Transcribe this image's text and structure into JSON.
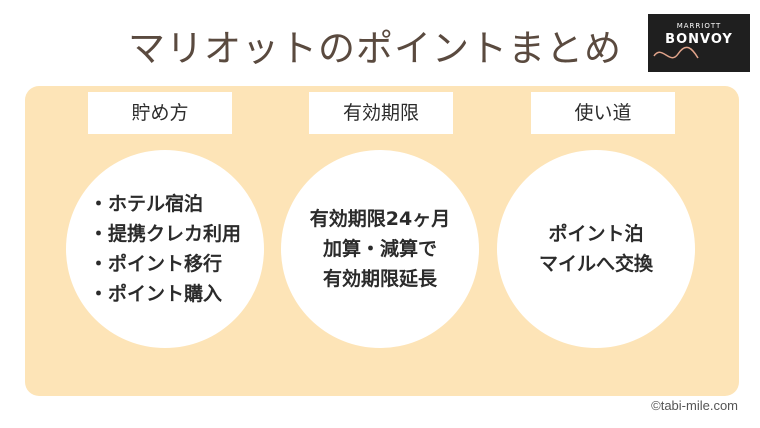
{
  "title": "マリオットのポイントまとめ",
  "logo": {
    "line1": "MARRIOTT",
    "line2": "BONVOY"
  },
  "columns": [
    {
      "label": "貯め方",
      "lines": [
        "・ホテル宿泊",
        "・提携クレカ利用",
        "・ポイント移行",
        "・ポイント購入"
      ]
    },
    {
      "label": "有効期限",
      "lines": [
        "有効期限24ヶ月",
        "加算・減算で",
        "有効期限延長"
      ]
    },
    {
      "label": "使い道",
      "lines": [
        "ポイント泊",
        "マイルへ交換"
      ]
    }
  ],
  "copyright": "©tabi-mile.com",
  "colors": {
    "panel": "#fde4b7",
    "title": "#5a4a3f",
    "logo_bg": "#1f1f1f",
    "logo_accent": "#e0a38a"
  }
}
